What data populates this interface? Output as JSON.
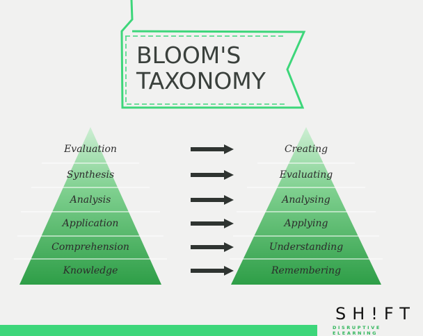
{
  "title": {
    "line1": "BLOOM'S",
    "line2": "TAXONOMY"
  },
  "left_pyramid": [
    "Evaluation",
    "Synthesis",
    "Analysis",
    "Application",
    "Comprehension",
    "Knowledge"
  ],
  "right_pyramid": [
    "Creating",
    "Evaluating",
    "Analysing",
    "Applying",
    "Understanding",
    "Remembering"
  ],
  "logo": {
    "name": "SH!FT",
    "tagline": "DISRUPTIVE ELEARNING"
  },
  "colors": {
    "accent": "#3dd67a",
    "pyramid_top": "#b5e6bd",
    "pyramid_bottom": "#2e9e47",
    "arrow": "#2f3431"
  }
}
